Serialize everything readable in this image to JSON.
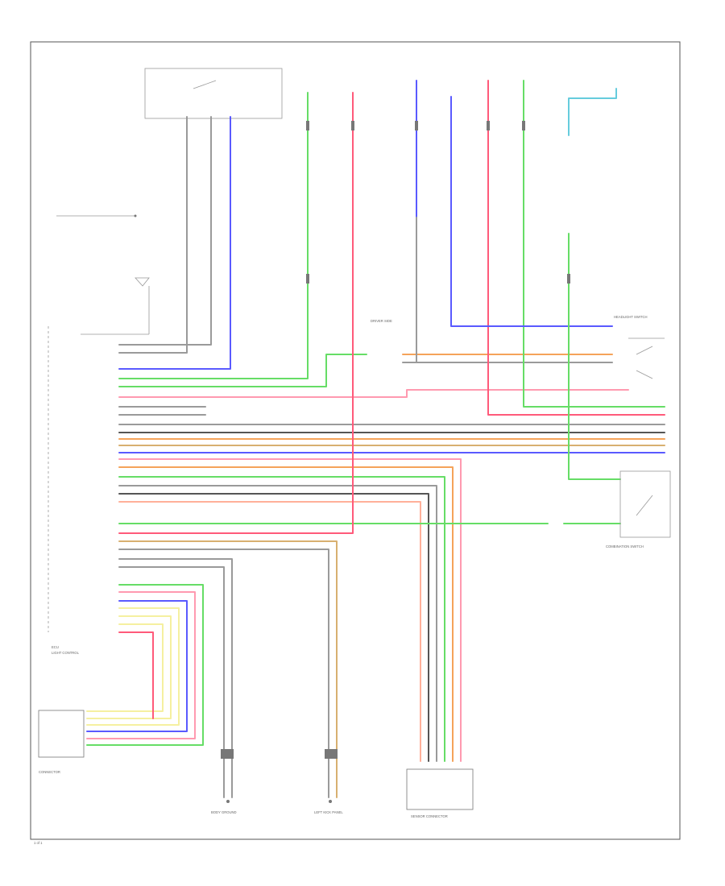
{
  "colors": {
    "blue": "#5a5aff",
    "red": "#ff5a7a",
    "green": "#66dd66",
    "orange": "#f5a35a",
    "gray": "#9a9a9a",
    "dark": "#555555",
    "yellow": "#f5f0a0",
    "lightblue": "#66ccdd",
    "tan": "#d8b070",
    "pink": "#ff9ab0"
  },
  "labels": {
    "footer": "1 of 1",
    "ecu": "ECU",
    "light_ecu_label": "LIGHT CONTROL",
    "driver_switch": "DRIVER SIDE",
    "connector_box": "CONNECTOR",
    "bottom_left": "BODY GROUND",
    "bottom_mid": "LEFT KICK PANEL",
    "bottom_right": "SENSOR CONNECTOR",
    "right_switch_top": "HEADLIGHT SWITCH",
    "right_switch_mid": "COMBINATION SWITCH"
  }
}
